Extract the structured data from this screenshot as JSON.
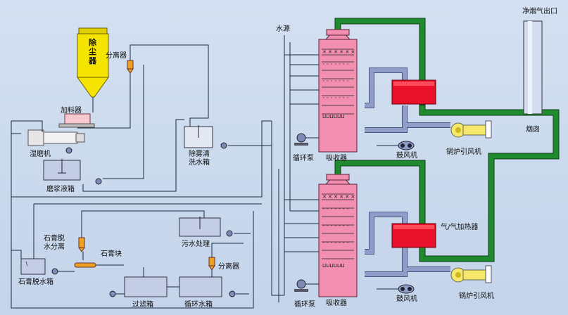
{
  "labels": {
    "dust_collector": "除尘器",
    "feeder": "加料器",
    "separator_top": "分离器",
    "wet_mill": "湿磨机",
    "slurry_tank": "磨浆液箱",
    "demister_tank": "除雾清洗水箱",
    "water_source": "水源",
    "clean_outlet": "净烟气出口",
    "chimney": "烟囱",
    "circ_pump_top": "循环泵",
    "absorber_top": "吸收器",
    "blower_top": "鼓风机",
    "boiler_fan_top": "锅炉引风机",
    "gg_heater": "气/气加热器",
    "gypsum_separator": "石膏脱水分离",
    "gypsum_block": "石膏块",
    "wastewater": "污水处理",
    "separator_bottom": "分离器",
    "gypsum_tank": "石膏脱水箱",
    "filter_tank": "过滤箱",
    "circ_water_tank": "循环水箱",
    "circ_pump_bottom": "循环泵",
    "absorber_bottom": "吸收器",
    "blower_bottom": "鼓风机",
    "boiler_fan_bottom": "锅炉引风机"
  },
  "colors": {
    "tower": "#f28fb0",
    "heater": "#e8102a",
    "gas_duct": "#1f8a2e",
    "dust_collector": "#f5e400",
    "tank": "#c3cde6",
    "fan": "#f5e86a"
  }
}
